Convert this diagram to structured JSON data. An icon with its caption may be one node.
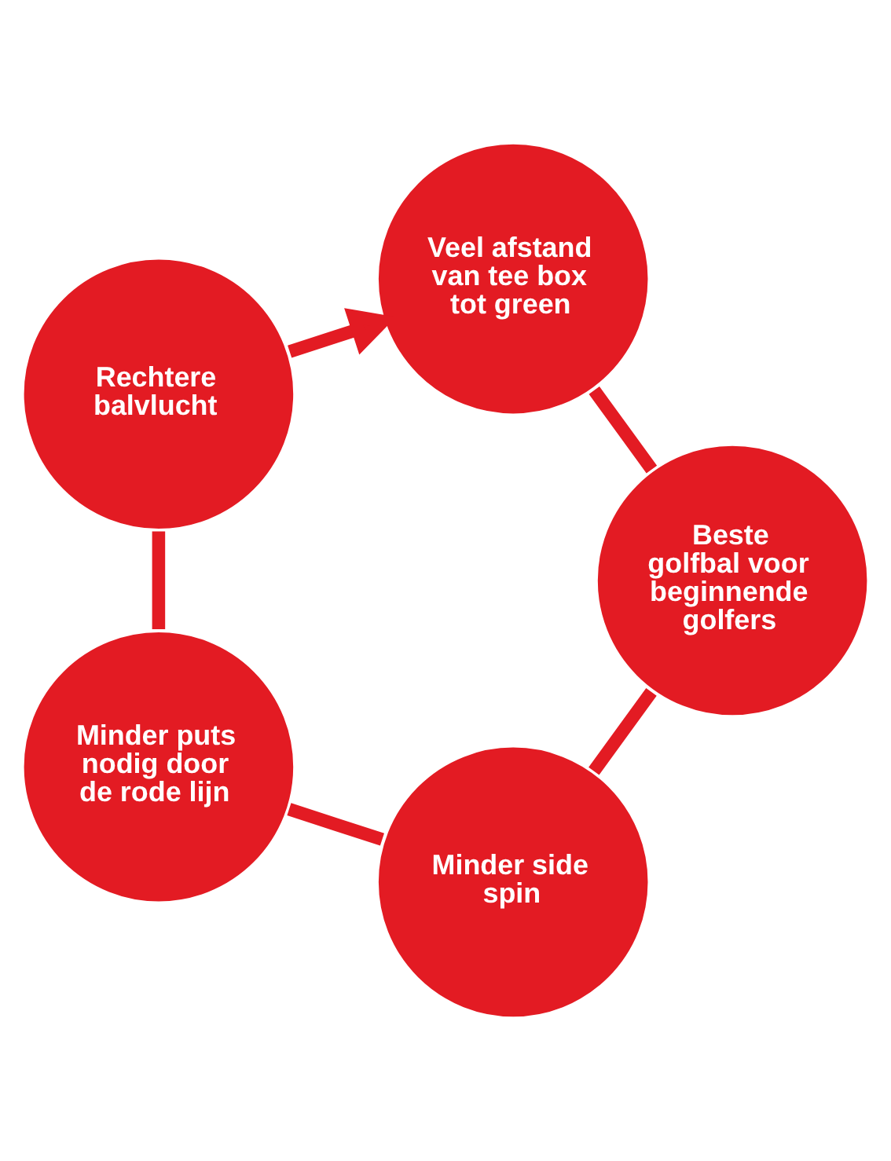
{
  "diagram": {
    "nodes": [
      {
        "text": [
          "Veel afstand van tee box tot green"
        ]
      },
      {
        "text": [
          "Beste golfbal voor beginnende golfers"
        ]
      },
      {
        "text": [
          "Minder side spin"
        ]
      },
      {
        "text": [
          "Minder puts nodig door de rode lijn"
        ]
      },
      {
        "text": [
          "Rechtere balvlucht"
        ]
      }
    ],
    "edges": [
      {
        "from": 0,
        "to": 1,
        "arrow": "none"
      },
      {
        "from": 1,
        "to": 2,
        "arrow": "none"
      },
      {
        "from": 2,
        "to": 3,
        "arrow": "none"
      },
      {
        "from": 3,
        "to": 4,
        "arrow": "none"
      },
      {
        "from": 4,
        "to": 0,
        "arrow": "to"
      }
    ]
  }
}
